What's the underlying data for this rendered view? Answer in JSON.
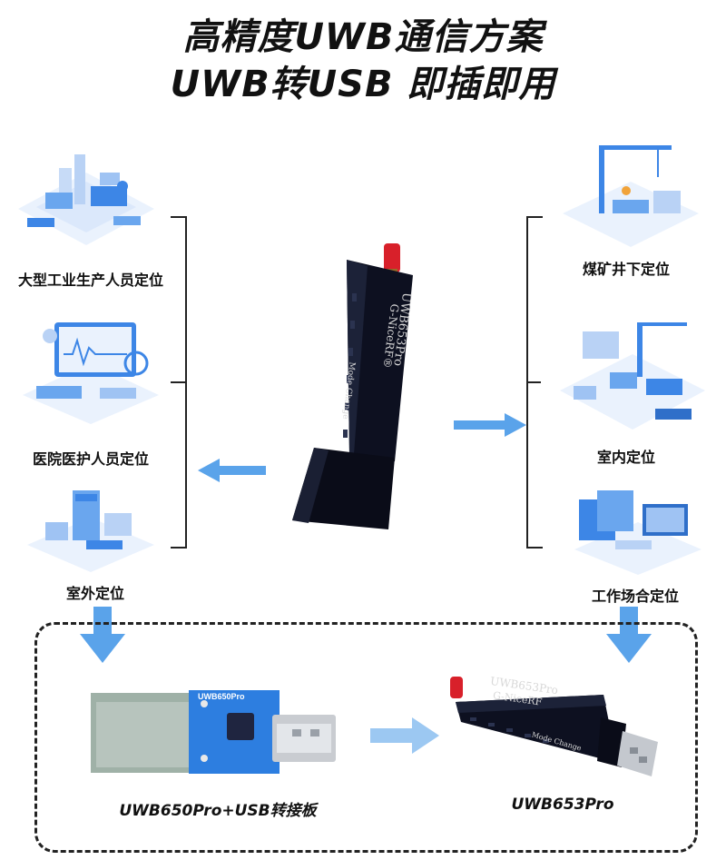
{
  "header": {
    "title_line1": "高精度UWB通信方案",
    "title_line2": "UWB转USB 即插即用"
  },
  "left_scenes": [
    {
      "label": "大型工业生产人员定位",
      "icon": "factory-illustration"
    },
    {
      "label": "医院医护人员定位",
      "icon": "hospital-monitor-illustration"
    },
    {
      "label": "室外定位",
      "icon": "outdoor-building-illustration"
    }
  ],
  "right_scenes": [
    {
      "label": "煤矿井下定位",
      "icon": "mine-crane-illustration"
    },
    {
      "label": "室内定位",
      "icon": "indoor-warehouse-illustration"
    },
    {
      "label": "工作场合定位",
      "icon": "workplace-screens-illustration"
    }
  ],
  "center_device": {
    "model": "UWB653Pro",
    "brand": "G-NiceRF®",
    "mode_text": "Mode Change"
  },
  "bottom": {
    "left_caption": "UWB650Pro+USB转接板",
    "right_caption": "UWB653Pro",
    "board_silkscreen": "UWB650Pro",
    "dongle_model": "UWB653Pro",
    "dongle_brand": "G-NiceRF",
    "dongle_mode": "Mode Change"
  },
  "colors": {
    "arrow_blue": "#5aa3ea",
    "dongle_black": "#0d1020",
    "antenna_red": "#d8202a",
    "illustration_blue": "#3d86e6",
    "pcb_blue": "#2d7ee0"
  }
}
